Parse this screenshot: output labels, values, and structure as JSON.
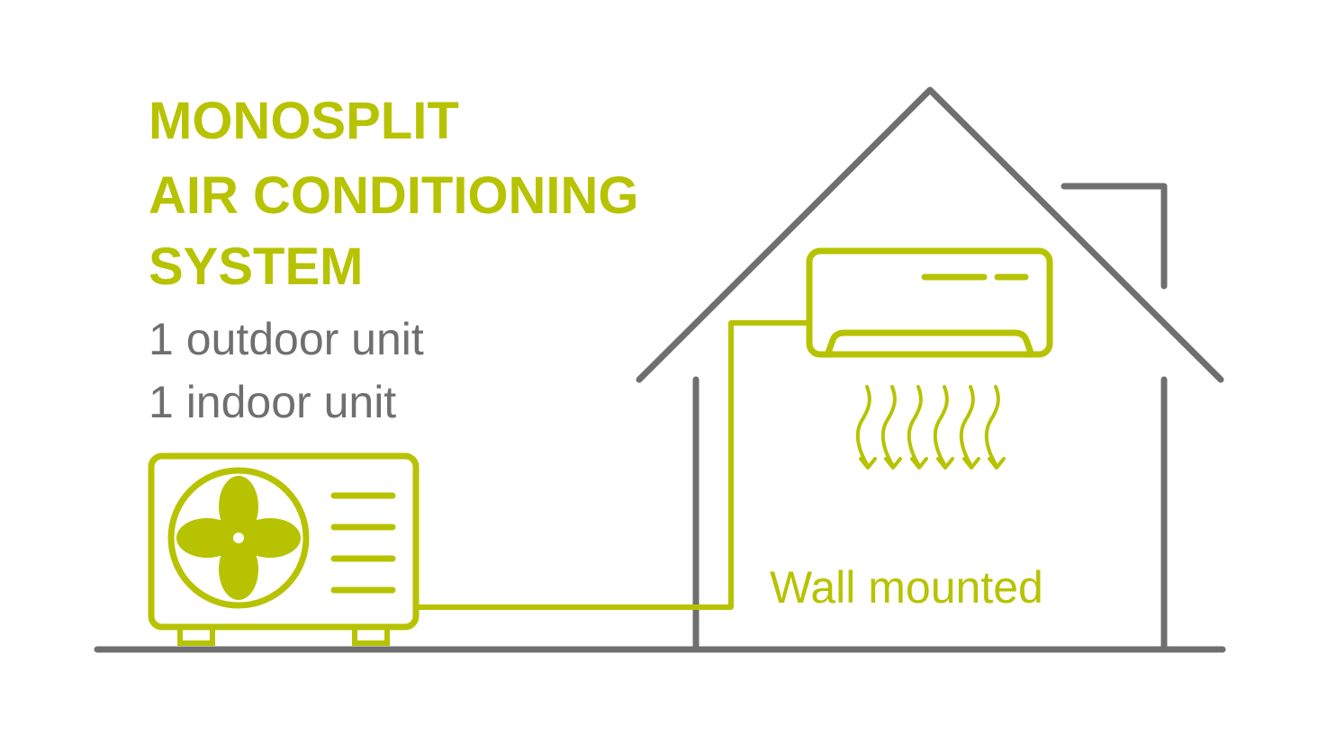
{
  "title_lines": [
    "MONOSPLIT",
    "AIR CONDITIONING",
    "SYSTEM"
  ],
  "subtitle_lines": [
    "1 outdoor unit",
    "1 indoor unit"
  ],
  "indoor_unit_label": "Wall mounted",
  "colors": {
    "accent": "#b7c300",
    "gray": "#6f6f6f",
    "background": "#ffffff"
  },
  "icons": [
    "house-outline-icon",
    "outdoor-unit-icon",
    "fan-icon",
    "indoor-unit-icon",
    "airflow-arrows-icon"
  ]
}
